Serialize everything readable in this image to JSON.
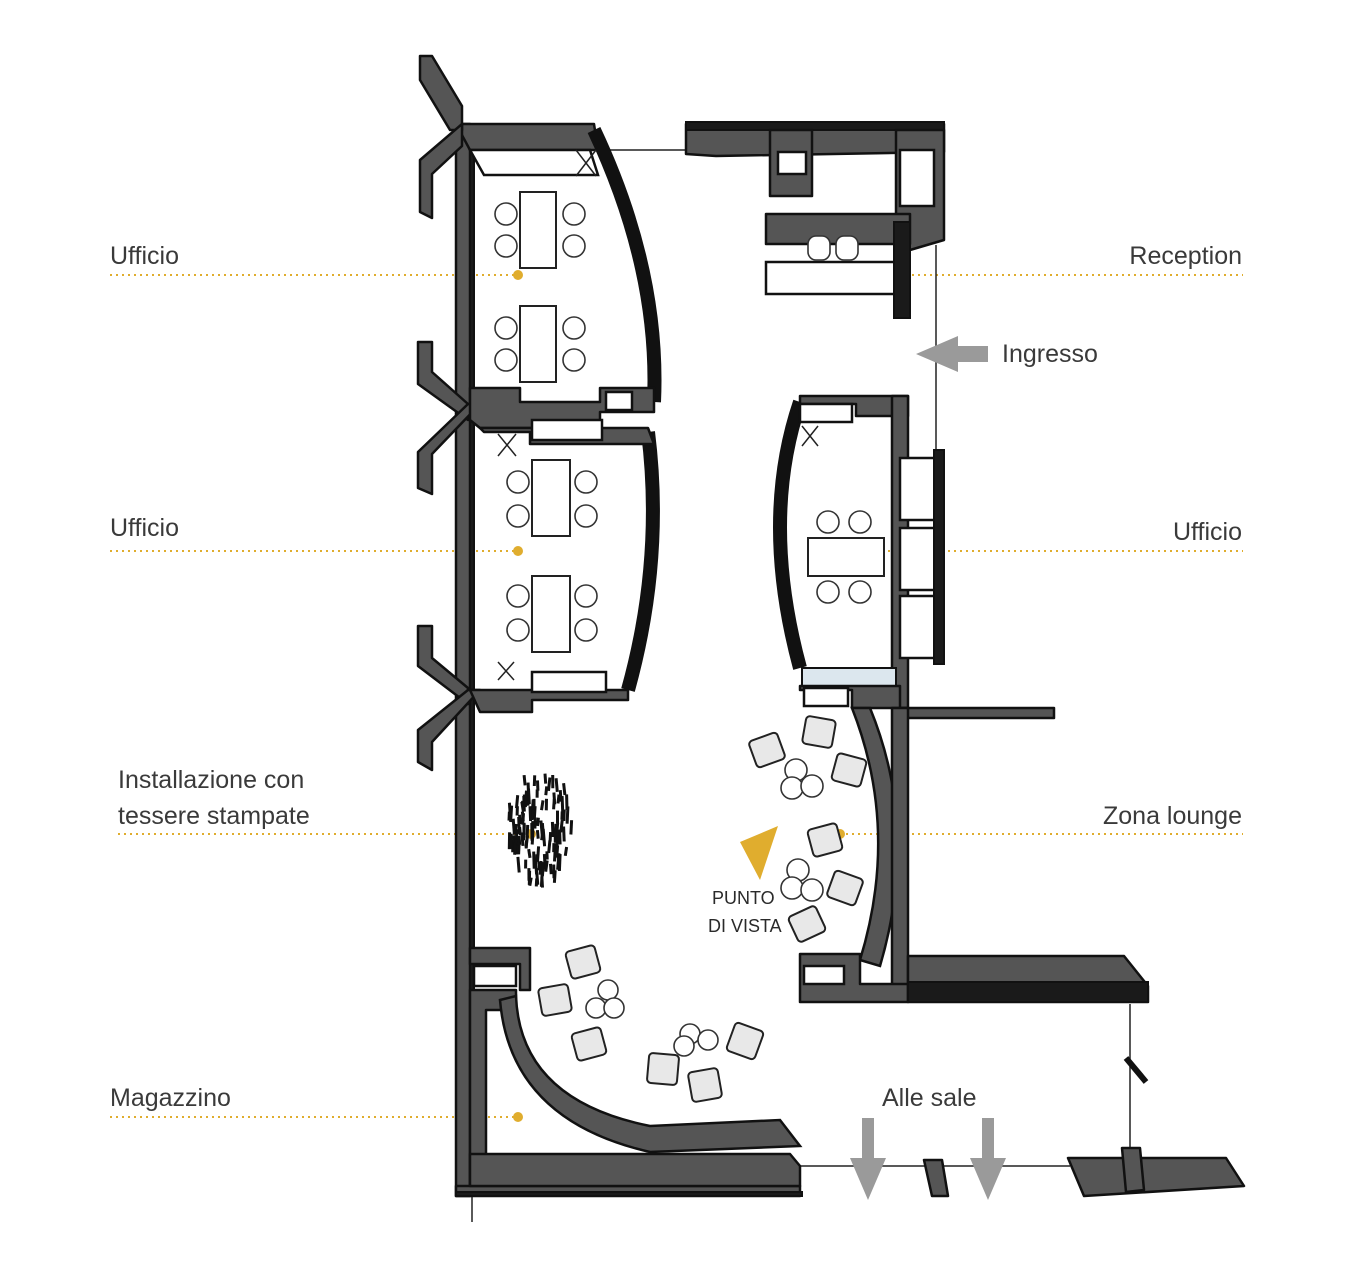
{
  "labels": {
    "ufficio_top_left": "Ufficio",
    "ufficio_mid_left": "Ufficio",
    "installazione_line1": "Installazione con",
    "installazione_line2": "tessere stampate",
    "magazzino": "Magazzino",
    "reception": "Reception",
    "ingresso": "Ingresso",
    "ufficio_right": "Ufficio",
    "zona_lounge": "Zona lounge",
    "alle_sale": "Alle sale",
    "punto_line1": "PUNTO",
    "punto_line2": "DI VISTA"
  },
  "colors": {
    "accent": "#e0ad2e",
    "arrow": "#9a9a9a",
    "wall": "#555555",
    "glass": "#dce7ee"
  }
}
